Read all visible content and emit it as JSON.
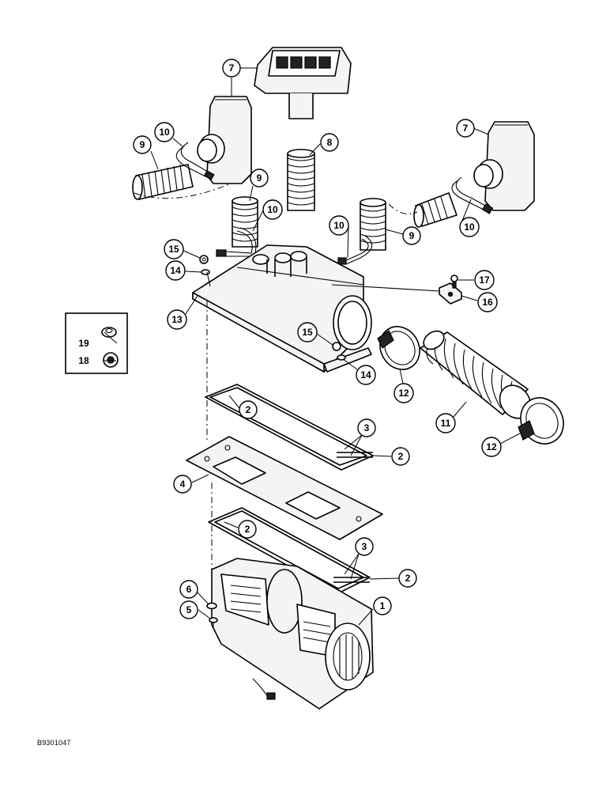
{
  "diagram": {
    "figure_id": "B9301047",
    "callouts": [
      {
        "name": "callout-7-top-left",
        "label": "7"
      },
      {
        "name": "callout-7-top-right",
        "label": "7"
      },
      {
        "name": "callout-8",
        "label": "8"
      },
      {
        "name": "callout-9-left",
        "label": "9"
      },
      {
        "name": "callout-9-center",
        "label": "9"
      },
      {
        "name": "callout-9-right",
        "label": "9"
      },
      {
        "name": "callout-10-left",
        "label": "10"
      },
      {
        "name": "callout-10-center",
        "label": "10"
      },
      {
        "name": "callout-10-mid",
        "label": "10"
      },
      {
        "name": "callout-10-right",
        "label": "10"
      },
      {
        "name": "callout-15-left",
        "label": "15"
      },
      {
        "name": "callout-14-left",
        "label": "14"
      },
      {
        "name": "callout-13",
        "label": "13"
      },
      {
        "name": "callout-15-right",
        "label": "15"
      },
      {
        "name": "callout-14-right",
        "label": "14"
      },
      {
        "name": "callout-17",
        "label": "17"
      },
      {
        "name": "callout-16",
        "label": "16"
      },
      {
        "name": "callout-19",
        "label": "19"
      },
      {
        "name": "callout-18",
        "label": "18"
      },
      {
        "name": "callout-12-upper",
        "label": "12"
      },
      {
        "name": "callout-11",
        "label": "11"
      },
      {
        "name": "callout-12-lower",
        "label": "12"
      },
      {
        "name": "callout-2-upper",
        "label": "2"
      },
      {
        "name": "callout-3-upper",
        "label": "3"
      },
      {
        "name": "callout-2-upper-right",
        "label": "2"
      },
      {
        "name": "callout-4",
        "label": "4"
      },
      {
        "name": "callout-2-lower",
        "label": "2"
      },
      {
        "name": "callout-3-lower",
        "label": "3"
      },
      {
        "name": "callout-2-lower-right",
        "label": "2"
      },
      {
        "name": "callout-6",
        "label": "6"
      },
      {
        "name": "callout-5",
        "label": "5"
      },
      {
        "name": "callout-1",
        "label": "1"
      }
    ]
  }
}
